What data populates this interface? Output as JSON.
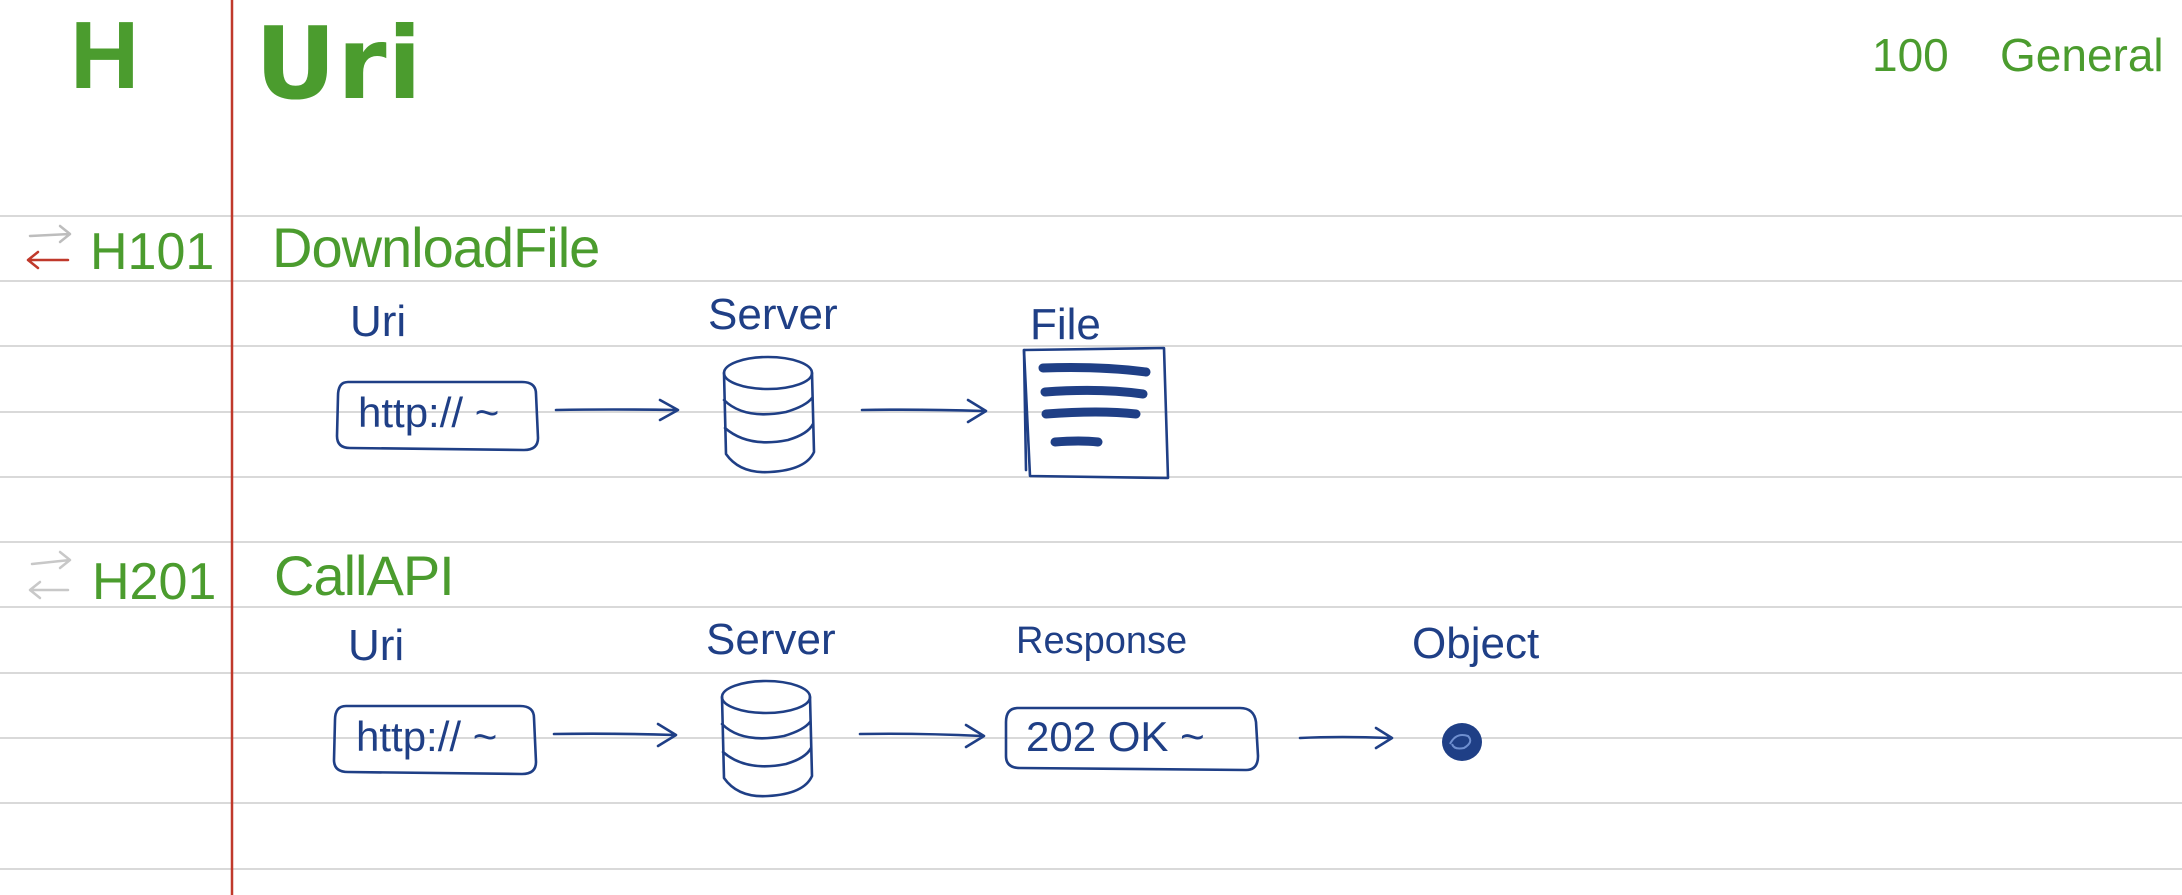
{
  "header": {
    "margin_letter": "H",
    "title": "Uri",
    "page_number": "100",
    "category": "General"
  },
  "sections": [
    {
      "id": "H101",
      "title": "DownloadFile",
      "nodes": [
        {
          "label": "Uri",
          "box_text": "http:// ~"
        },
        {
          "label": "Server",
          "icon": "database-icon"
        },
        {
          "label": "File",
          "icon": "document-icon"
        }
      ]
    },
    {
      "id": "H201",
      "title": "CallAPI",
      "nodes": [
        {
          "label": "Uri",
          "box_text": "http:// ~"
        },
        {
          "label": "Server",
          "icon": "database-icon"
        },
        {
          "label": "Response",
          "box_text": "202 OK ~"
        },
        {
          "label": "Object",
          "icon": "object-blob-icon"
        }
      ]
    }
  ],
  "colors": {
    "heading_green": "#4b9c2e",
    "ink_blue": "#1f3f86",
    "margin_red": "#c0392b",
    "rule_gray": "#d9d9d9",
    "arrow_gray": "#bdbdbd"
  }
}
